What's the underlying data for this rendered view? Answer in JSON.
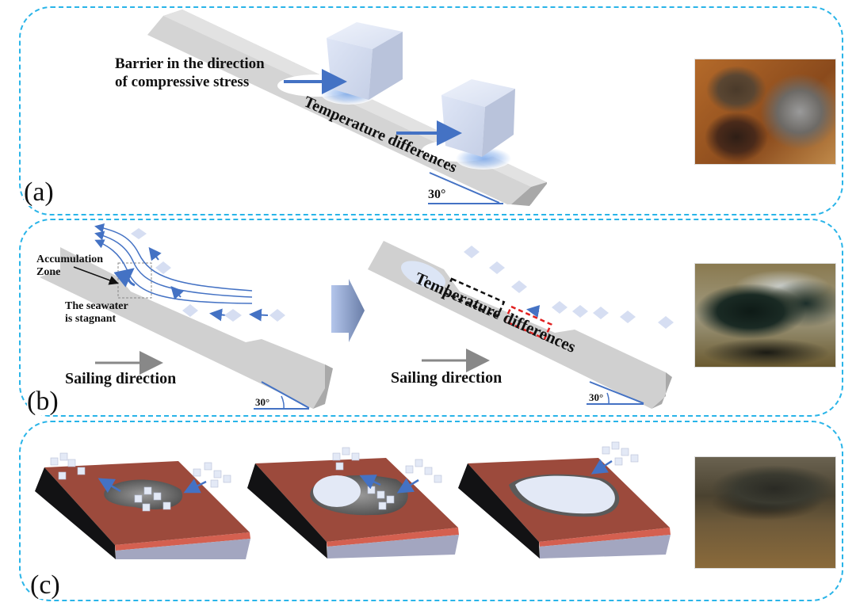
{
  "figure": {
    "panels": [
      {
        "id": "a",
        "label": "(a)",
        "annotations": {
          "barrier_line1": "Barrier in the direction",
          "barrier_line2": "of compressive stress",
          "temperature": "Temperature differences",
          "angle": "30°"
        }
      },
      {
        "id": "b",
        "label": "(b)",
        "annotations": {
          "accumulation_line1": "Accumulation",
          "accumulation_line2": "Zone",
          "seawater_line1": "The seawater",
          "seawater_line2": "is stagnant",
          "sailing_left": "Sailing direction",
          "sailing_right": "Sailing direction",
          "temperature": "Temperature differences",
          "angle_left": "30°",
          "angle_right": "30°"
        }
      },
      {
        "id": "c",
        "label": "(c)",
        "stages": [
          "initial-deposition",
          "partial-accumulation",
          "full-accumulation"
        ]
      }
    ],
    "photos": [
      {
        "panel": "a",
        "description": "corroded-sample-rust-brown"
      },
      {
        "panel": "b",
        "description": "corroded-sample-dark-green-black"
      },
      {
        "panel": "c",
        "description": "corroded-sample-dark-band-brown"
      }
    ],
    "colors": {
      "panel_border": "#29b4e8",
      "arrow_blue": "#4472c4",
      "plate_gray": "#d0d0d0",
      "coating_red": "#9c4a3c",
      "coating_edge": "#d46050",
      "substrate": "#a3a6c0",
      "ice_cube": "#dfe7f5",
      "black_box": "#111111",
      "red_box": "#e02020"
    }
  }
}
